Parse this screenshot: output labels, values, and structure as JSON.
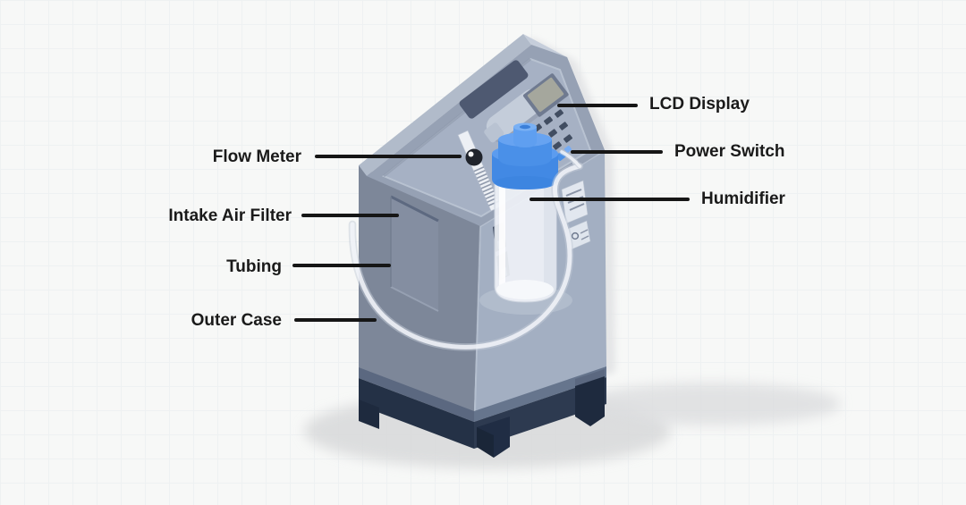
{
  "diagram": {
    "type": "labeled-isometric-illustration",
    "labels_left": [
      {
        "id": "flow-meter",
        "text": "Flow Meter"
      },
      {
        "id": "intake-air-filter",
        "text": "Intake Air Filter"
      },
      {
        "id": "tubing",
        "text": "Tubing"
      },
      {
        "id": "outer-case",
        "text": "Outer Case"
      }
    ],
    "labels_right": [
      {
        "id": "lcd-display",
        "text": "LCD Display"
      },
      {
        "id": "power-switch",
        "text": "Power Switch"
      },
      {
        "id": "humidifier",
        "text": "Humidifier"
      }
    ]
  },
  "colors": {
    "background": "#f7f8f7",
    "grid_line": "#eef1f2",
    "label_text": "#1a1a1a",
    "leader_line": "#161616",
    "case_left_face": "#7d8799",
    "case_right_face": "#a3afc2",
    "sloped_panel": "#96a1b4",
    "panel_recess": "#a6b1c4",
    "base_dark": "#2d3a50",
    "humidifier_blue": "#4a90e8",
    "floor_shadow": "#d8d9da"
  }
}
